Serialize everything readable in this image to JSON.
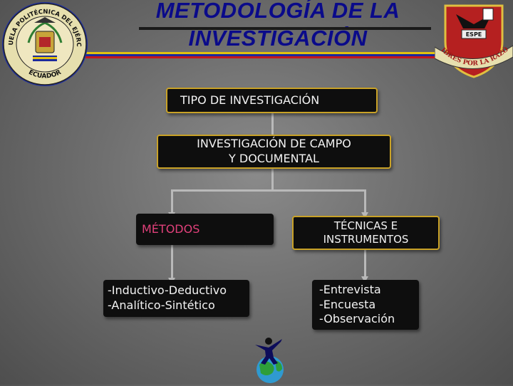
{
  "header": {
    "title_line1": "METODOLOGÍA DE LA",
    "title_line2": "INVESTIGACIÓN"
  },
  "logos": {
    "left_seal_text_top": "ESCUELA POLITÉCNICA DEL EJÉRCITO",
    "left_seal_text_bottom": "ECUADOR",
    "right_seal_text": "LIBRES POR LA RAZÓN",
    "right_seal_label": "ESPE"
  },
  "diagram": {
    "root": "TIPO DE INVESTIGACIÓN",
    "level2": "INVESTIGACIÓN DE CAMPO\nY DOCUMENTAL",
    "left_branch": {
      "label": "MÉTODOS",
      "detail": "-Inductivo-Deductivo\n-Analítico-Sintético"
    },
    "right_branch": {
      "label": "TÉCNICAS E\nINSTRUMENTOS",
      "detail": "-Entrevista\n-Encuesta\n-Observación"
    }
  },
  "colors": {
    "title": "#0a0a8a",
    "box_border": "#c9a227",
    "metodos_text": "#e0407a",
    "connector": "#b9b9b9"
  },
  "icons": {
    "bottom": "globe-person-icon"
  }
}
